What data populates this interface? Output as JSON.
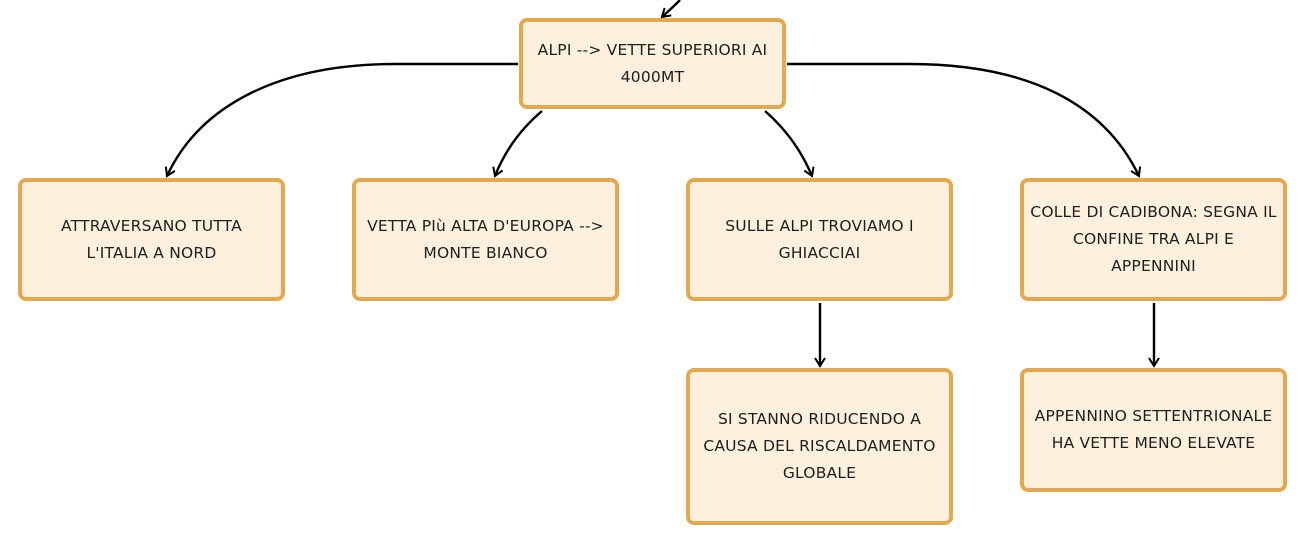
{
  "diagram": {
    "nodes": [
      {
        "id": "root",
        "text": "ALPI --> VETTE SUPERIORI AI 4000MT"
      },
      {
        "id": "nord",
        "text": "ATTRAVERSANO TUTTA L'ITALIA A NORD"
      },
      {
        "id": "vetta",
        "text": "VETTA PIù ALTA D'EUROPA --> MONTE BIANCO"
      },
      {
        "id": "ghiacc",
        "text": "SULLE ALPI TROVIAMO I GHIACCIAI"
      },
      {
        "id": "colle",
        "text": "COLLE DI CADIBONA: SEGNA IL CONFINE TRA ALPI E APPENNINI"
      },
      {
        "id": "rid",
        "text": "SI STANNO RIDUCENDO A CAUSA DEL RISCALDAMENTO GLOBALE"
      },
      {
        "id": "appen",
        "text": "APPENNINO SETTENTRIONALE HA VETTE MENO ELEVATE"
      }
    ],
    "edges": [
      {
        "from": "offscreen-parent",
        "to": "root"
      },
      {
        "from": "root",
        "to": "nord"
      },
      {
        "from": "root",
        "to": "vetta"
      },
      {
        "from": "root",
        "to": "ghiacc"
      },
      {
        "from": "root",
        "to": "colle"
      },
      {
        "from": "ghiacc",
        "to": "rid"
      },
      {
        "from": "colle",
        "to": "appen"
      }
    ],
    "colors": {
      "node_fill": "#fdf0dc",
      "node_border": "#e4a850",
      "text": "#1e1e1e",
      "connector": "#000000"
    }
  }
}
